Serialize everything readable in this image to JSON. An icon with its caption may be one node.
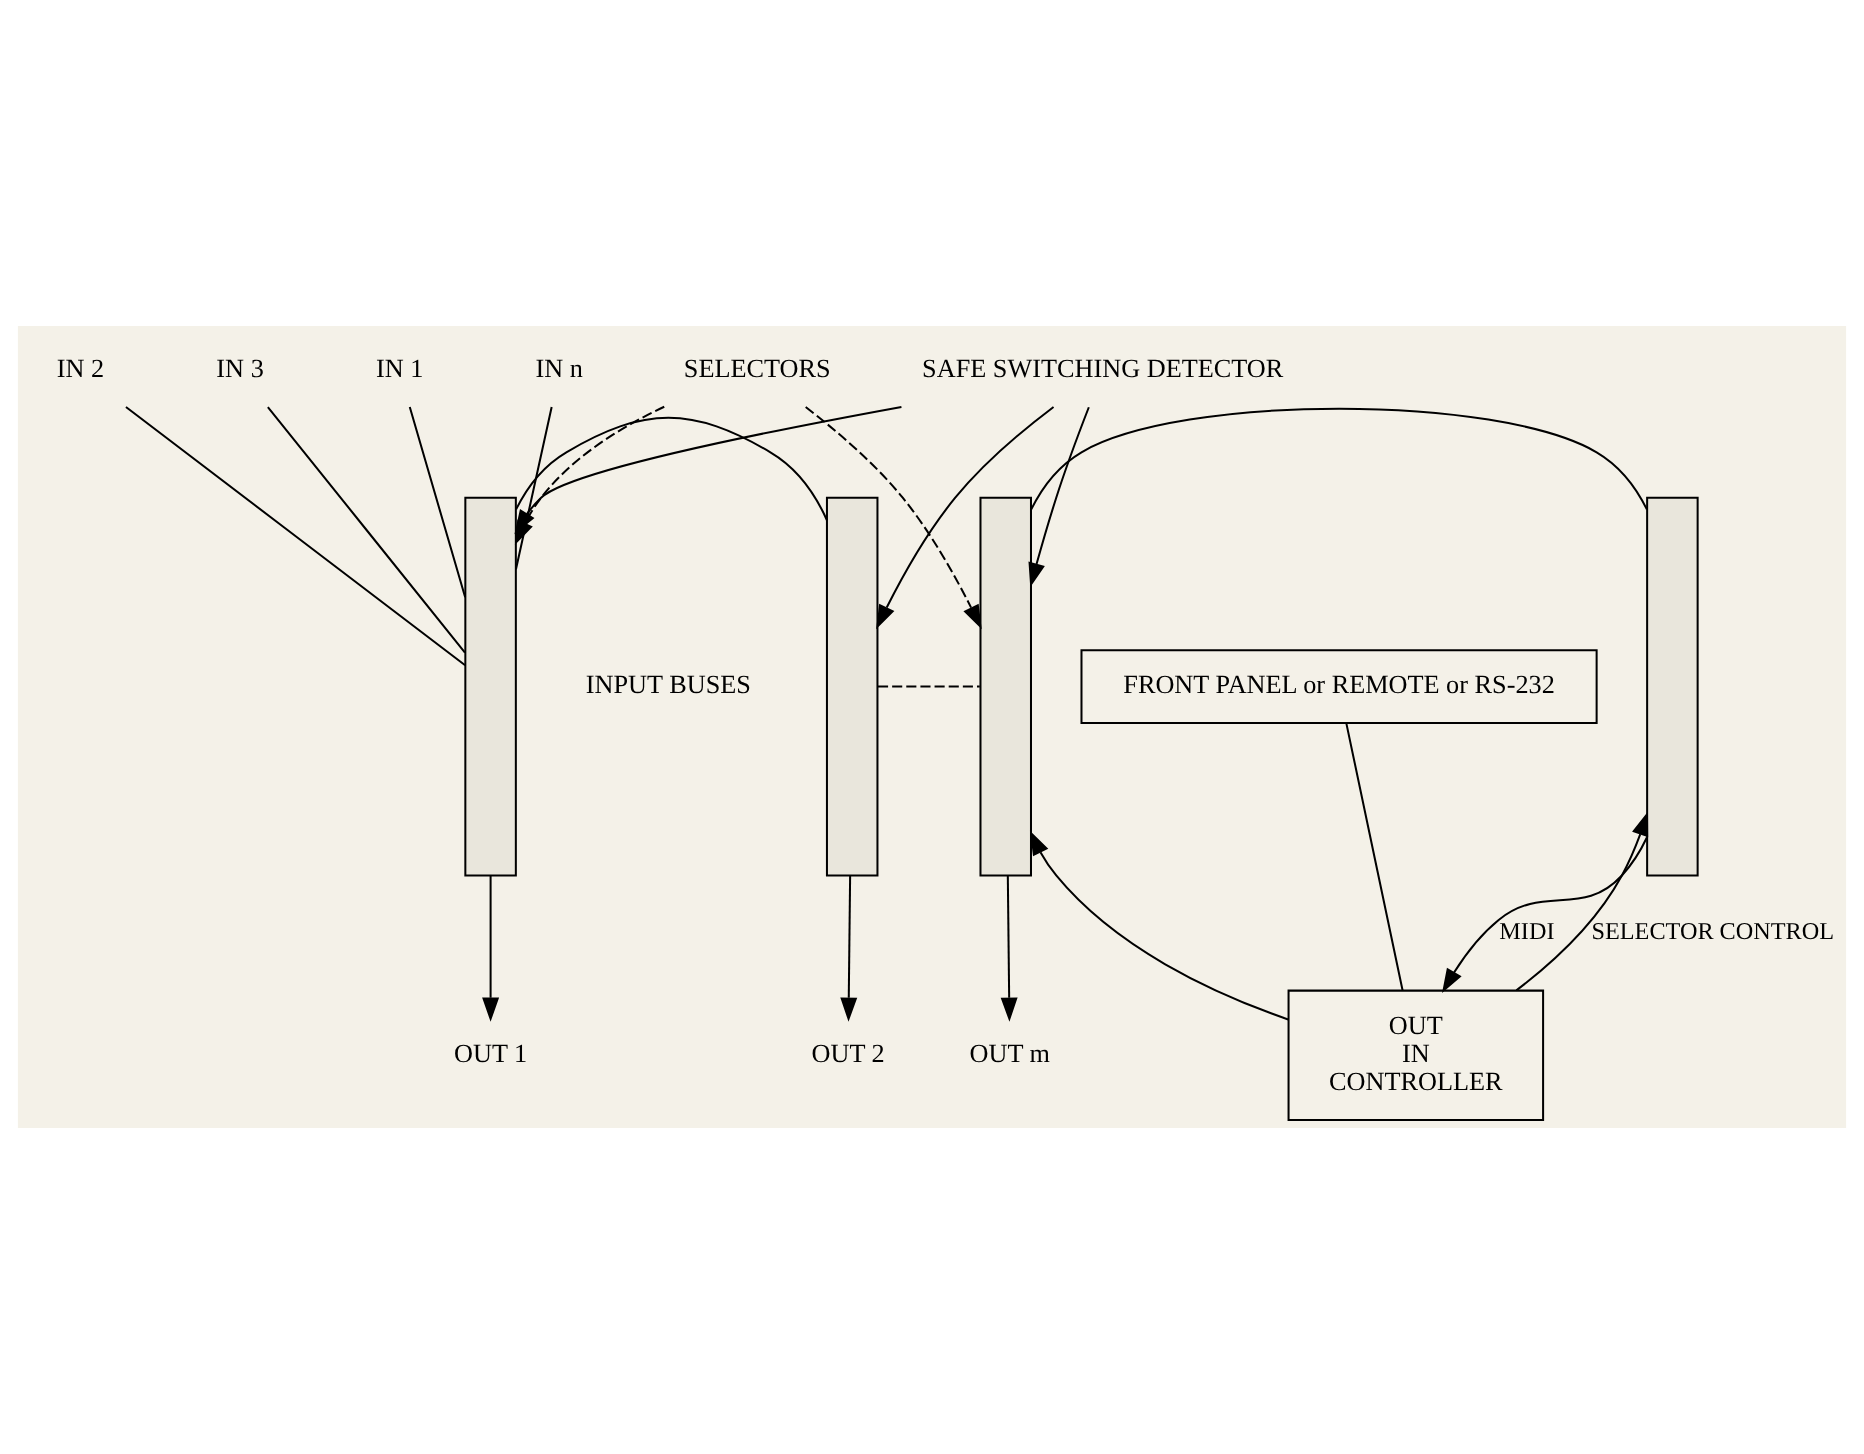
{
  "diagram": {
    "nodes": [
      {
        "text": [
          "SAFE SWITCHING DETECTOR"
        ]
      },
      {
        "text": [],
        "shape": "bar"
      },
      {
        "text": [],
        "shape": "bar"
      },
      {
        "text": [],
        "shape": "bar"
      },
      {
        "text": [],
        "shape": "bar"
      },
      {
        "text": [
          "IN 1"
        ]
      },
      {
        "text": [
          "IN 2"
        ]
      },
      {
        "text": [
          "IN 3"
        ]
      },
      {
        "text": [
          "IN n"
        ]
      },
      {
        "text": [
          "SELECTORS"
        ]
      },
      {
        "text": [
          "OUT 1"
        ]
      },
      {
        "text": [
          "OUT 2"
        ]
      },
      {
        "text": [
          "OUT m"
        ]
      },
      {
        "text": [
          "OUT",
          "IN",
          "CONTROLLER"
        ]
      },
      {
        "text": [
          "FRONT PANEL or REMOTE or RS-232"
        ]
      }
    ],
    "edges": [
      {
        "from": 0,
        "to": 1,
        "arrow": "to"
      },
      {
        "from": 0,
        "to": 2,
        "arrow": "to"
      },
      {
        "from": 0,
        "to": 3,
        "arrow": "to"
      },
      {
        "from": 5,
        "to": 1,
        "arrow": "none"
      },
      {
        "from": 6,
        "to": 1,
        "arrow": "none"
      },
      {
        "from": 7,
        "to": 1,
        "arrow": "none"
      },
      {
        "from": 8,
        "to": 1,
        "arrow": "none"
      },
      {
        "from": 1,
        "to": 2,
        "arrow": "none"
      },
      {
        "from": 2,
        "to": 3,
        "arrow": "none",
        "style": "dashed"
      },
      {
        "from": 3,
        "to": 4,
        "arrow": "none"
      },
      {
        "from": 9,
        "to": 1,
        "arrow": "to",
        "style": "dashed"
      },
      {
        "from": 9,
        "to": 3,
        "arrow": "to",
        "style": "dashed"
      },
      {
        "from": 1,
        "to": 10,
        "arrow": "to"
      },
      {
        "from": 2,
        "to": 11,
        "arrow": "to"
      },
      {
        "from": 3,
        "to": 12,
        "arrow": "to"
      },
      {
        "from": 13,
        "to": 4,
        "arrow": "to",
        "label": "SELECTOR CONTROL"
      },
      {
        "from": 4,
        "to": 13,
        "arrow": "to",
        "label": "MIDI"
      },
      {
        "from": 13,
        "to": 3,
        "arrow": "to"
      },
      {
        "from": 14,
        "to": 13,
        "arrow": "none"
      }
    ],
    "labels": [
      "INPUT BUSES"
    ]
  }
}
